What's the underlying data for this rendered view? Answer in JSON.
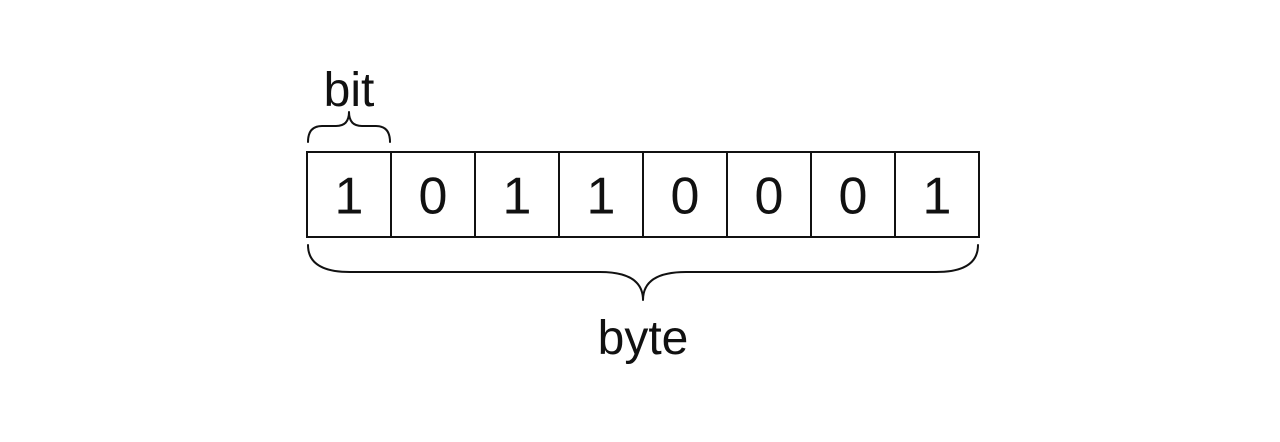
{
  "labels": {
    "bit": "bit",
    "byte": "byte"
  },
  "bits": [
    "1",
    "0",
    "1",
    "1",
    "0",
    "0",
    "0",
    "1"
  ],
  "colors": {
    "stroke": "#111111",
    "background": "#ffffff"
  }
}
